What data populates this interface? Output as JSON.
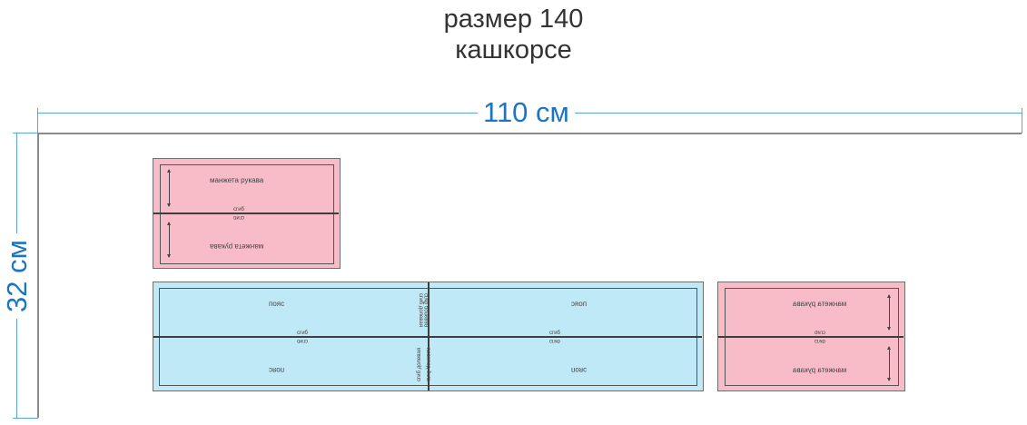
{
  "title": {
    "size_line": "размер 140",
    "name_line": "кашкорсе"
  },
  "dimensions": {
    "width_label": "110 см",
    "height_label": "32 см"
  },
  "pieces": {
    "cuff_top_left": {
      "label_top": "манжета рукава",
      "label_bottom": "манжета рукава",
      "fold_top": "сгиб",
      "fold_bottom": "сгиб"
    },
    "waistband": {
      "left_top": "пояс",
      "left_bottom": "пояс",
      "right_top": "пояс",
      "right_bottom": "пояс",
      "fold_left_top": "сгиб",
      "fold_left_bottom": "сгиб",
      "fold_right_top": "сгиб",
      "fold_right_bottom": "сгиб",
      "center_upper_a": "сгиб долевая",
      "center_upper_b": "сгиб долевая",
      "center_lower_a": "сгиб долевая",
      "center_lower_b": "сгиб долевая"
    },
    "cuff_right": {
      "label_top": "манжета рукава",
      "label_bottom": "манжета рукава",
      "fold_top": "сгиб",
      "fold_bottom": "сгиб"
    }
  },
  "colors": {
    "cuff_fill": "#f8bcc9",
    "waistband_fill": "#c0e9f8",
    "dimension_line": "#5aa7e0",
    "dimension_text": "#1a75c2"
  }
}
